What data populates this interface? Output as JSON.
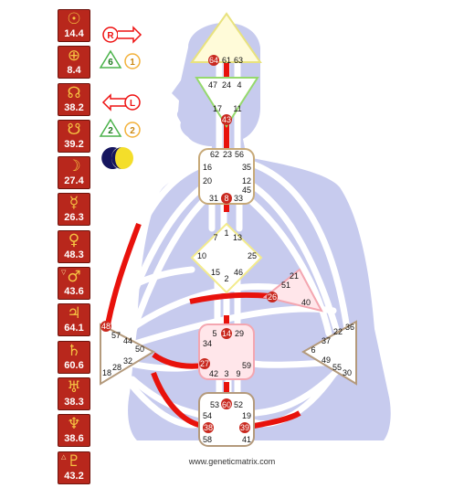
{
  "planets": [
    {
      "name": "sun",
      "symbol": "☉",
      "value": "14.4",
      "mark": ""
    },
    {
      "name": "earth",
      "symbol": "⊕",
      "value": "8.4",
      "mark": ""
    },
    {
      "name": "north-node",
      "symbol": "☊",
      "value": "38.2",
      "mark": ""
    },
    {
      "name": "south-node",
      "symbol": "☋",
      "value": "39.2",
      "mark": ""
    },
    {
      "name": "moon",
      "symbol": "☽",
      "value": "27.4",
      "mark": ""
    },
    {
      "name": "mercury",
      "symbol": "☿",
      "value": "26.3",
      "mark": ""
    },
    {
      "name": "venus",
      "symbol": "♀",
      "value": "48.3",
      "mark": ""
    },
    {
      "name": "mars",
      "symbol": "♂",
      "value": "43.6",
      "mark": "▽"
    },
    {
      "name": "jupiter",
      "symbol": "♃",
      "value": "64.1",
      "mark": ""
    },
    {
      "name": "saturn",
      "symbol": "♄",
      "value": "60.6",
      "mark": ""
    },
    {
      "name": "uranus",
      "symbol": "♅",
      "value": "38.3",
      "mark": ""
    },
    {
      "name": "neptune",
      "symbol": "♆",
      "value": "38.6",
      "mark": ""
    },
    {
      "name": "pluto",
      "symbol": "♇",
      "value": "43.2",
      "mark": "△"
    }
  ],
  "legend": {
    "right_arrow_label": "R",
    "left_arrow_label": "L",
    "top_triangle": "6",
    "top_circle": "1",
    "mid_triangle": "2",
    "mid_circle": "2"
  },
  "gates": {
    "head": [
      "64",
      "61",
      "63"
    ],
    "ajna": [
      "47",
      "24",
      "4",
      "17",
      "11",
      "43"
    ],
    "throat": [
      "62",
      "23",
      "56",
      "16",
      "35",
      "20",
      "12",
      "31",
      "8",
      "33",
      "45"
    ],
    "g": [
      "1",
      "7",
      "13",
      "10",
      "25",
      "15",
      "2",
      "46"
    ],
    "heart": [
      "21",
      "51",
      "26",
      "40"
    ],
    "sacral": [
      "5",
      "14",
      "29",
      "34",
      "27",
      "42",
      "3",
      "9",
      "59"
    ],
    "spleen": [
      "48",
      "57",
      "44",
      "50",
      "32",
      "28",
      "18"
    ],
    "solar": [
      "36",
      "22",
      "37",
      "6",
      "49",
      "55",
      "30"
    ],
    "root": [
      "53",
      "60",
      "52",
      "54",
      "19",
      "38",
      "39",
      "58",
      "41"
    ]
  },
  "credit": "www.geneticmatrix.com"
}
